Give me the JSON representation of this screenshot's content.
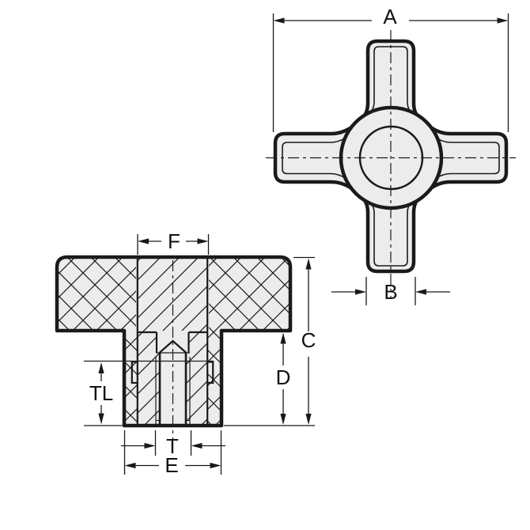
{
  "drawing": {
    "background": "#ffffff",
    "part_fill": "#ececec",
    "line_color": "#1a1a1a",
    "text_color": "#111111"
  },
  "dimensions": {
    "overall_width": "A",
    "arm_width": "B",
    "overall_height": "C",
    "boss_height": "D",
    "boss_diameter": "E",
    "hub_diameter": "F",
    "thread_size": "T",
    "thread_length": "TL"
  }
}
